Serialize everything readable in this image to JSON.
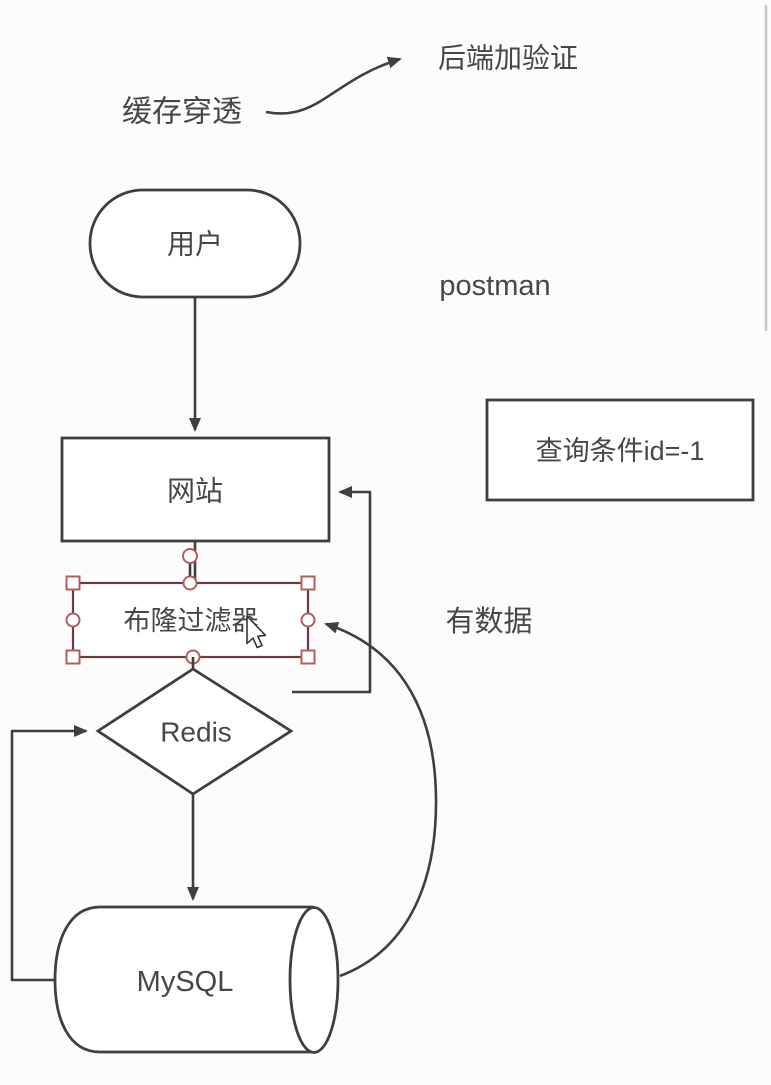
{
  "colors": {
    "bg": "#fcfcfc",
    "stroke": "#3f3f3f",
    "text": "#474747",
    "selection-handle": "#b65c5c",
    "selection-border": "#6d3a42",
    "scrollbar": "#c6c6c6",
    "cursor-fill": "#ffffff",
    "cursor-outline": "#2a2a2a"
  },
  "annotations": {
    "topic": "缓存穿透",
    "solution": "后端加验证",
    "tool": "postman",
    "has_data": "有数据"
  },
  "nodes": {
    "user": "用户",
    "website": "网站",
    "bloom_filter": "布隆过滤器",
    "query_condition": "查询条件id=-1",
    "redis": "Redis",
    "mysql": "MySQL"
  }
}
